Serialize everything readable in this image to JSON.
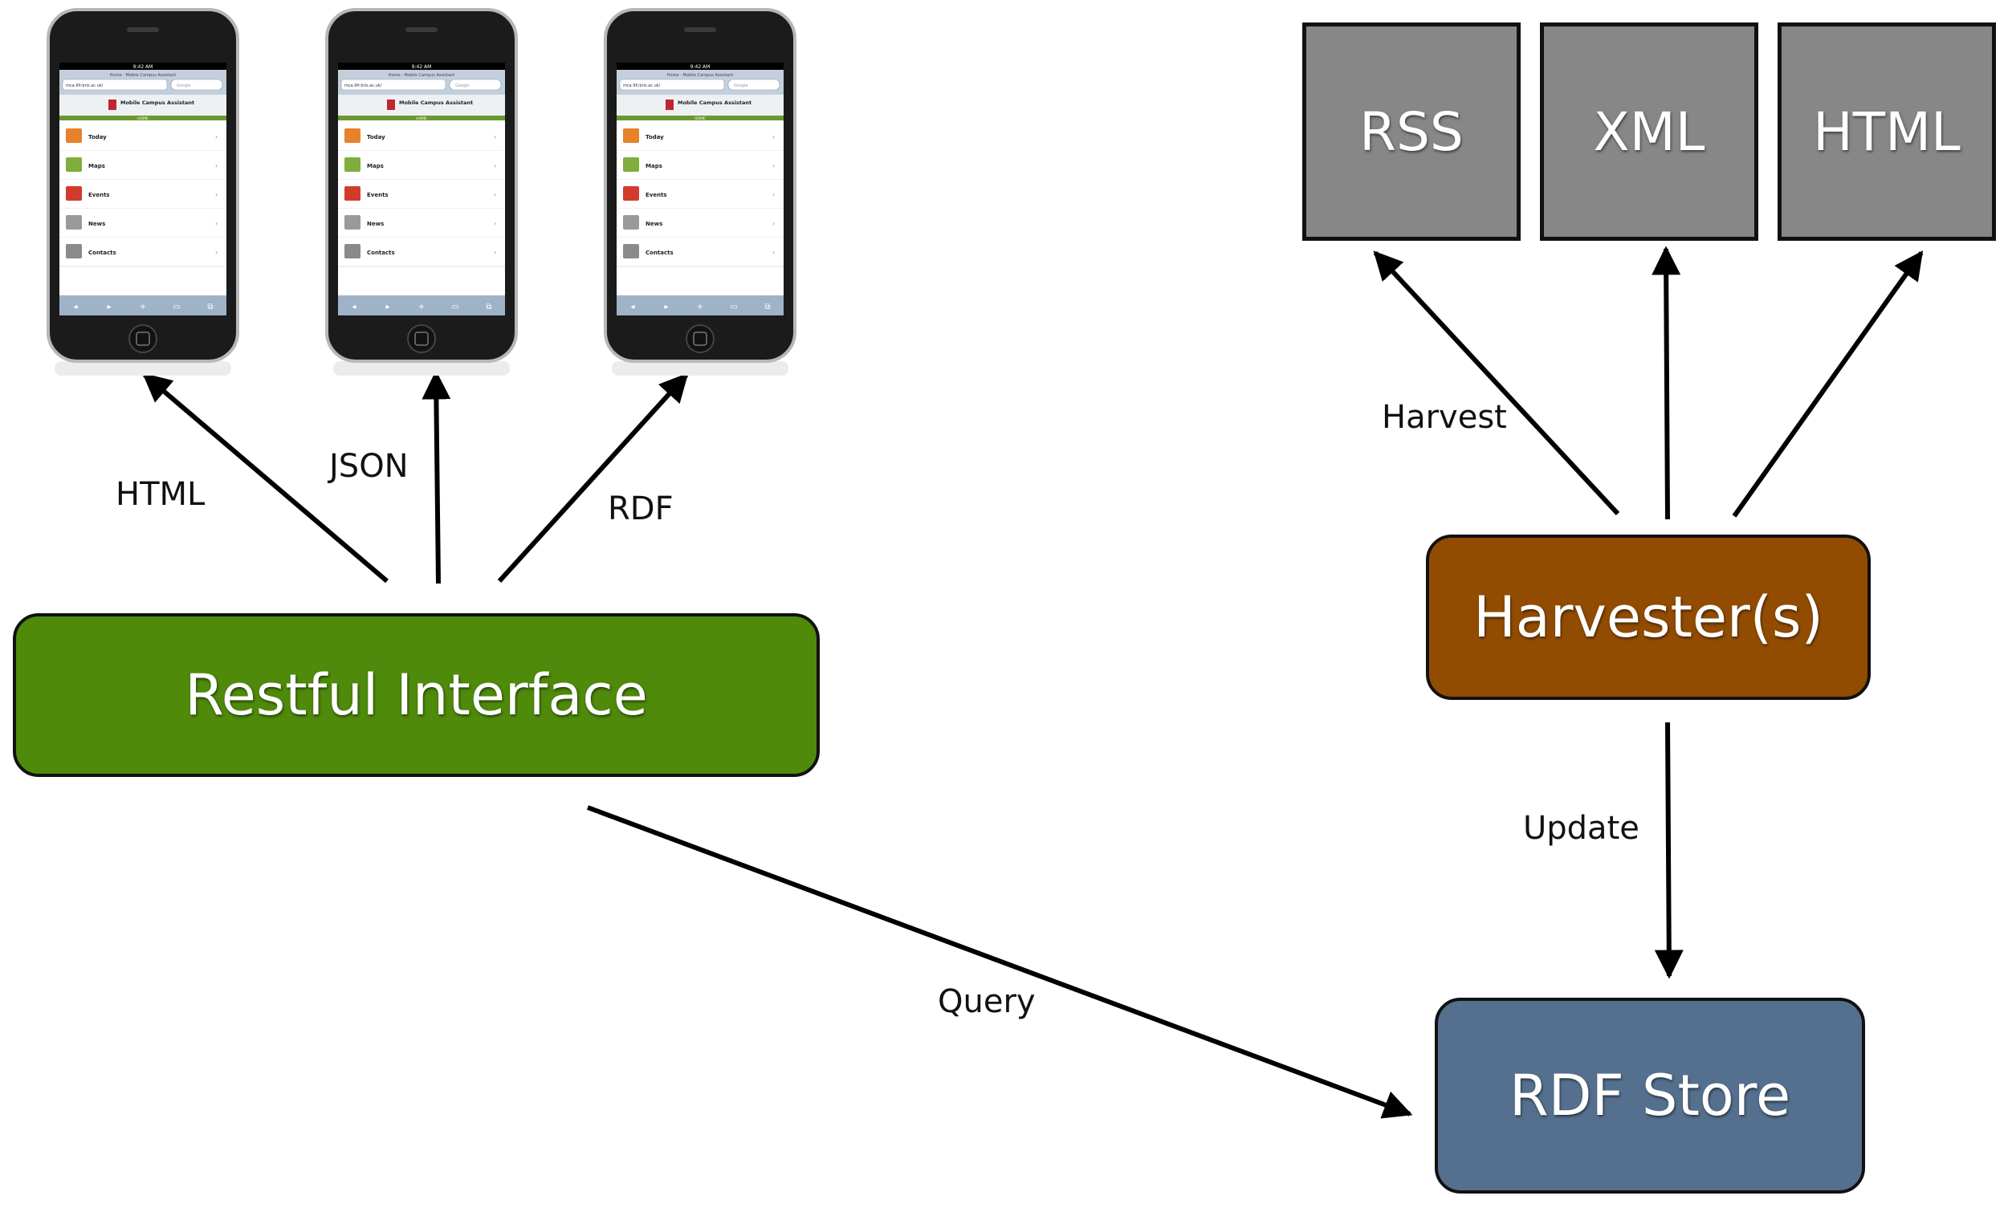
{
  "phones": [
    {
      "clock": "9:42 AM",
      "page_title": "Home - Mobile Campus Assistant",
      "url": "mca.9fr.bris.ac.uk/",
      "search_placeholder": "Google",
      "brand": "Mobile Campus Assistant",
      "home_label": "HOME",
      "menu": [
        "Today",
        "Maps",
        "Events",
        "News",
        "Contacts"
      ]
    },
    {
      "clock": "9:42 AM",
      "page_title": "Home - Mobile Campus Assistant",
      "url": "mca.9fr.bris.ac.uk/",
      "search_placeholder": "Google",
      "brand": "Mobile Campus Assistant",
      "home_label": "HOME",
      "menu": [
        "Today",
        "Maps",
        "Events",
        "News",
        "Contacts"
      ]
    },
    {
      "clock": "9:42 AM",
      "page_title": "Home - Mobile Campus Assistant",
      "url": "mca.9fr.bris.ac.uk/",
      "search_placeholder": "Google",
      "brand": "Mobile Campus Assistant",
      "home_label": "HOME",
      "menu": [
        "Today",
        "Maps",
        "Events",
        "News",
        "Contacts"
      ]
    }
  ],
  "nodes": {
    "restful": "Restful Interface",
    "harvester": "Harvester(s)",
    "store": "RDF Store"
  },
  "formats": {
    "rss": "RSS",
    "xml": "XML",
    "html": "HTML"
  },
  "edge_labels": {
    "html": "HTML",
    "json": "JSON",
    "rdf": "RDF",
    "harvest": "Harvest",
    "update": "Update",
    "query": "Query"
  },
  "colors": {
    "restful": "#4f8a0b",
    "harvester": "#924c02",
    "store": "#55708e",
    "format_box": "#878787",
    "arrow": "#000000"
  }
}
